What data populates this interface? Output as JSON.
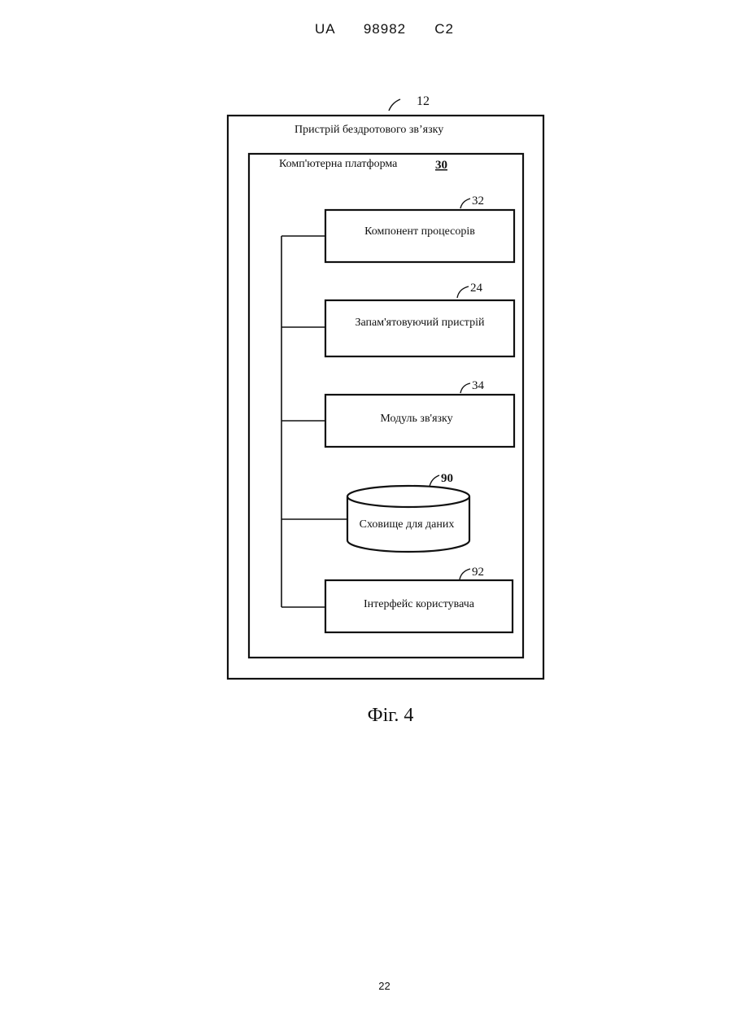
{
  "header": {
    "document_id": "UA   98982   C2"
  },
  "diagram": {
    "outer_device": {
      "label": "Пристрій бездротового зв’язку",
      "ref": "12"
    },
    "platform": {
      "label": "Комп'ютерна платформа",
      "ref": "30"
    },
    "components": [
      {
        "label": "Компонент процесорів",
        "ref": "32",
        "shape": "box"
      },
      {
        "label": "Запам'ятовуючий пристрій",
        "ref": "24",
        "shape": "box"
      },
      {
        "label": "Модуль зв'язку",
        "ref": "34",
        "shape": "box"
      },
      {
        "label": "Сховище для даних",
        "ref": "90",
        "shape": "cylinder"
      },
      {
        "label": "Інтерфейс користувача",
        "ref": "92",
        "shape": "box"
      }
    ]
  },
  "figure": {
    "caption": "Фіг. 4"
  },
  "footer": {
    "page_number": "22"
  }
}
